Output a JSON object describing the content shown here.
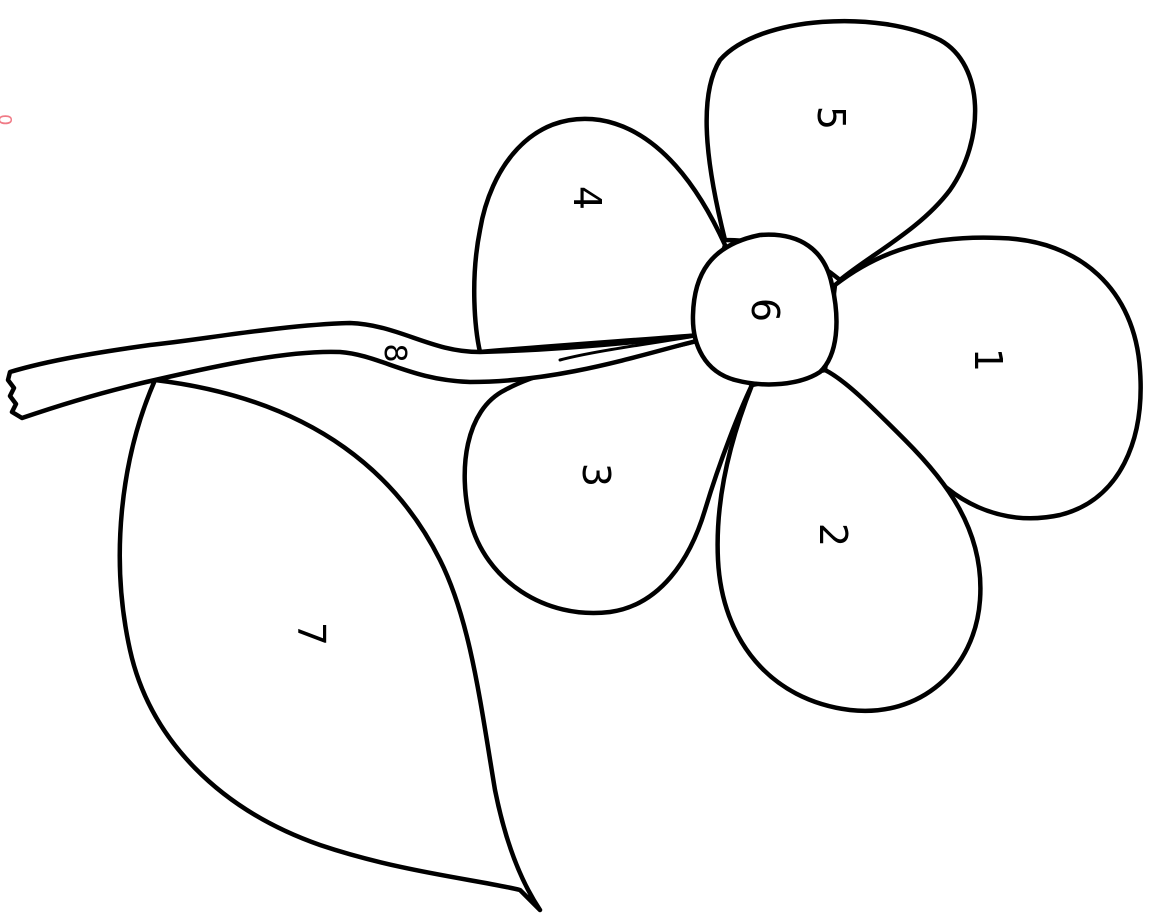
{
  "drawing": {
    "subject": "flower",
    "line_color": "#000000",
    "background_color": "#ffffff",
    "orientation": "rotated 90 degrees clockwise",
    "regions": [
      {
        "id": "petal-1",
        "label": "1"
      },
      {
        "id": "petal-2",
        "label": "2"
      },
      {
        "id": "petal-3",
        "label": "3"
      },
      {
        "id": "petal-4",
        "label": "4"
      },
      {
        "id": "petal-5",
        "label": "5"
      },
      {
        "id": "center",
        "label": "6"
      },
      {
        "id": "leaf",
        "label": "7"
      },
      {
        "id": "stem",
        "label": "8"
      }
    ]
  },
  "corner_mark": {
    "text": "0",
    "color": "#f07a86"
  }
}
